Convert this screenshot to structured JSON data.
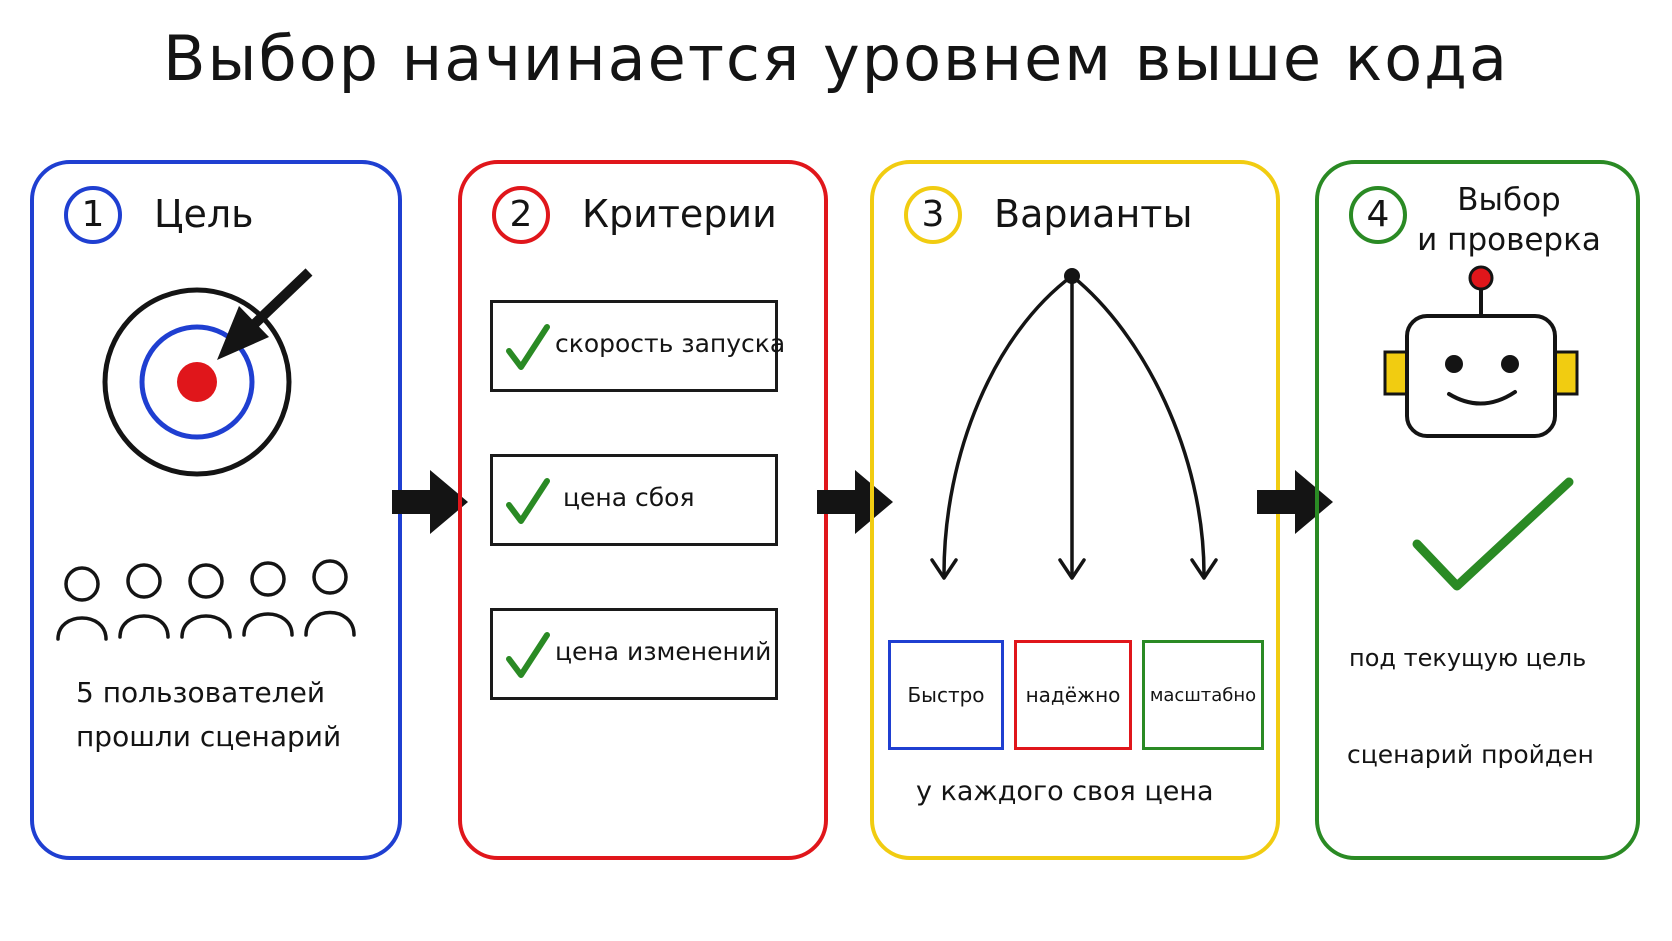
{
  "title": "Выбор начинается уровнем выше кода",
  "colors": {
    "blue": "#1f3fd1",
    "red": "#e0161b",
    "yellow": "#f1cc11",
    "green": "#2a8a24",
    "check": "#2a8a24",
    "target": "#e0161b"
  },
  "steps": [
    {
      "number": "1",
      "heading": "Цель",
      "icon": "target-icon",
      "people_icon": "users-icon",
      "caption_line1": "5 пользователей",
      "caption_line2": "прошли сценарий"
    },
    {
      "number": "2",
      "heading": "Критерии",
      "criteria": [
        {
          "label": "скорость запуска",
          "icon": "checkmark-icon"
        },
        {
          "label": "цена сбоя",
          "icon": "checkmark-icon"
        },
        {
          "label": "цена изменений",
          "icon": "checkmark-icon"
        }
      ]
    },
    {
      "number": "3",
      "heading": "Варианты",
      "options": [
        {
          "label": "Быстро",
          "color": "#1f3fd1"
        },
        {
          "label": "надёжно",
          "color": "#e0161b"
        },
        {
          "label": "масштабно",
          "color": "#2a8a24"
        }
      ],
      "caption": "у каждого своя цена"
    },
    {
      "number": "4",
      "heading_line1": "Выбор",
      "heading_line2": "и проверка",
      "icon": "robot-icon",
      "result_icon": "checkmark-icon",
      "caption_line1": "под текущую цель",
      "caption_line2": "сценарий пройден"
    }
  ]
}
